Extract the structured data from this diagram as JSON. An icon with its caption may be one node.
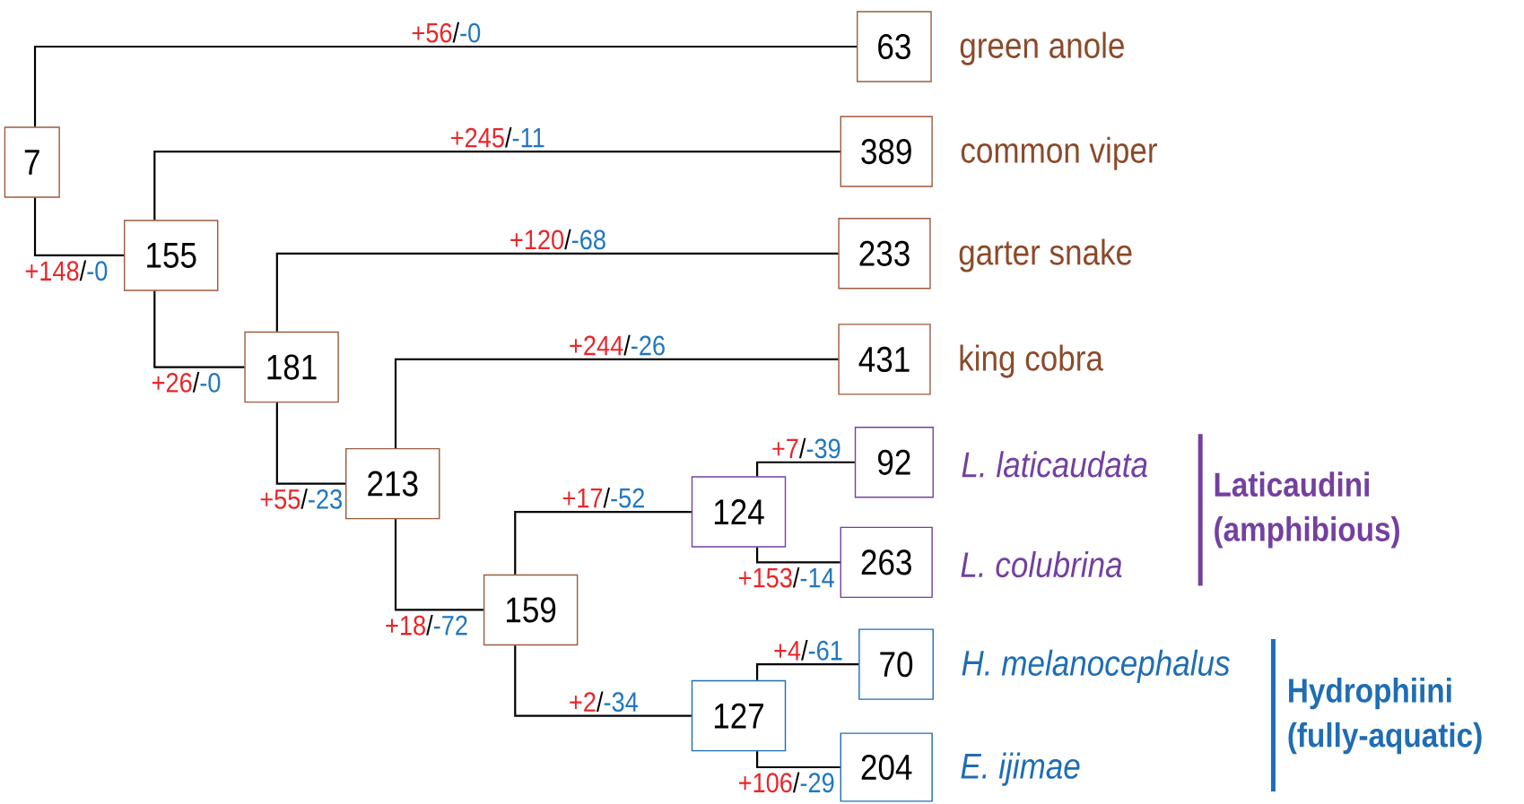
{
  "diagram": {
    "nodes": [
      {
        "text": [
          "7"
        ]
      },
      {
        "text": [
          "63"
        ],
        "beside": [
          "green anole"
        ]
      },
      {
        "text": [
          "155"
        ]
      },
      {
        "text": [
          "389"
        ],
        "beside": [
          "common viper"
        ]
      },
      {
        "text": [
          "181"
        ]
      },
      {
        "text": [
          "233"
        ],
        "beside": [
          "garter snake"
        ]
      },
      {
        "text": [
          "213"
        ]
      },
      {
        "text": [
          "431"
        ],
        "beside": [
          "king cobra"
        ]
      },
      {
        "text": [
          "159"
        ]
      },
      {
        "text": [
          "124"
        ]
      },
      {
        "text": [
          "92"
        ],
        "beside": [
          "L. laticaudata"
        ]
      },
      {
        "text": [
          "263"
        ],
        "beside": [
          "L. colubrina"
        ]
      },
      {
        "text": [
          "127"
        ]
      },
      {
        "text": [
          "70"
        ],
        "beside": [
          "H. melanocephalus"
        ]
      },
      {
        "text": [
          "204"
        ],
        "beside": [
          "E. ijimae"
        ]
      }
    ],
    "edges": [
      {
        "from": 0,
        "to": 1,
        "arrow": "none",
        "label": "+56/-0"
      },
      {
        "from": 0,
        "to": 2,
        "arrow": "none",
        "label": "+148/-0"
      },
      {
        "from": 2,
        "to": 3,
        "arrow": "none",
        "label": "+245/-11"
      },
      {
        "from": 2,
        "to": 4,
        "arrow": "none",
        "label": "+26/-0"
      },
      {
        "from": 4,
        "to": 5,
        "arrow": "none",
        "label": "+120/-68"
      },
      {
        "from": 4,
        "to": 6,
        "arrow": "none",
        "label": "+55/-23"
      },
      {
        "from": 6,
        "to": 7,
        "arrow": "none",
        "label": "+244/-26"
      },
      {
        "from": 6,
        "to": 8,
        "arrow": "none",
        "label": "+18/-72"
      },
      {
        "from": 8,
        "to": 9,
        "arrow": "none",
        "label": "+17/-52"
      },
      {
        "from": 9,
        "to": 10,
        "arrow": "none",
        "label": "+7/-39"
      },
      {
        "from": 9,
        "to": 11,
        "arrow": "none",
        "label": "+153/-14"
      },
      {
        "from": 8,
        "to": 12,
        "arrow": "none",
        "label": "+2/-34"
      },
      {
        "from": 12,
        "to": 13,
        "arrow": "none",
        "label": "+4/-61"
      },
      {
        "from": 12,
        "to": 14,
        "arrow": "none",
        "label": "+106/-29"
      }
    ],
    "labels": [
      "Laticaudini (amphibious)",
      "Hydrophiini (fully-aquatic)"
    ]
  }
}
